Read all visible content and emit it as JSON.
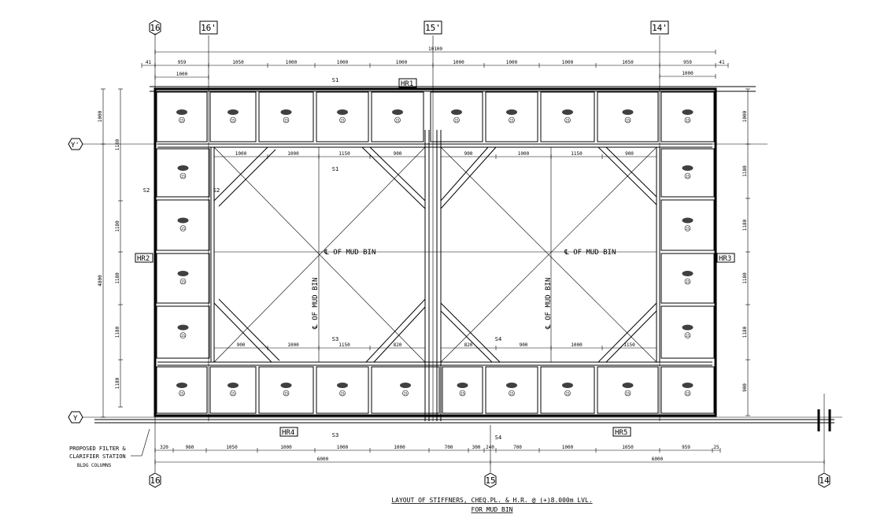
{
  "title": {
    "line1": "LAYOUT OF STIFFNERS, CHEQ.PL. & H.R. @ (+)8.000m LVL.",
    "line2": "FOR MUD BIN"
  },
  "grid_labels": {
    "top": [
      "16",
      "16'",
      "15'",
      "14'"
    ],
    "bottom": [
      "16",
      "15",
      "14"
    ],
    "left": [
      "Y'",
      "Y"
    ]
  },
  "hr_labels": [
    "HR1",
    "HR2",
    "HR3",
    "HR4",
    "HR5"
  ],
  "centerline_labels": {
    "horizontal": "℄ OF MUD BIN",
    "vertical": "℄ OF MUD BIN"
  },
  "section_marks": [
    "S1",
    "S1",
    "S2",
    "S2",
    "S3",
    "S3",
    "S4",
    "S4"
  ],
  "note": [
    "PROPOSED FILTER &",
    "CLARIFIER STATION",
    "BLDG COLUMNS"
  ],
  "dimensions": {
    "top_overall": "10100",
    "top_chain": [
      "41",
      "959",
      "1050",
      "1000",
      "1000",
      "1000",
      "1000",
      "1000",
      "1000",
      "1050",
      "959",
      "41"
    ],
    "top_sub": [
      "1000",
      "1000"
    ],
    "bottom_overall": [
      "6000",
      "6000"
    ],
    "bottom_chain": [
      "320",
      "960",
      "1050",
      "1000",
      "1000",
      "1000",
      "700",
      "300",
      "240",
      "700",
      "1000",
      "1050",
      "959",
      "25"
    ],
    "left_outer": [
      "1000",
      "4800"
    ],
    "left_chain": [
      "1180",
      "1180",
      "1180",
      "1180",
      "900"
    ],
    "right_chain": [
      "1000",
      "1180",
      "1180",
      "1180",
      "1180"
    ],
    "inner_top": [
      "1000",
      "1000",
      "1150",
      "900",
      "1000",
      "1150"
    ],
    "inner_bottom": [
      "900",
      "1000",
      "1150",
      "820",
      "900",
      "1000",
      "1150"
    ]
  },
  "panel_mark": "15"
}
